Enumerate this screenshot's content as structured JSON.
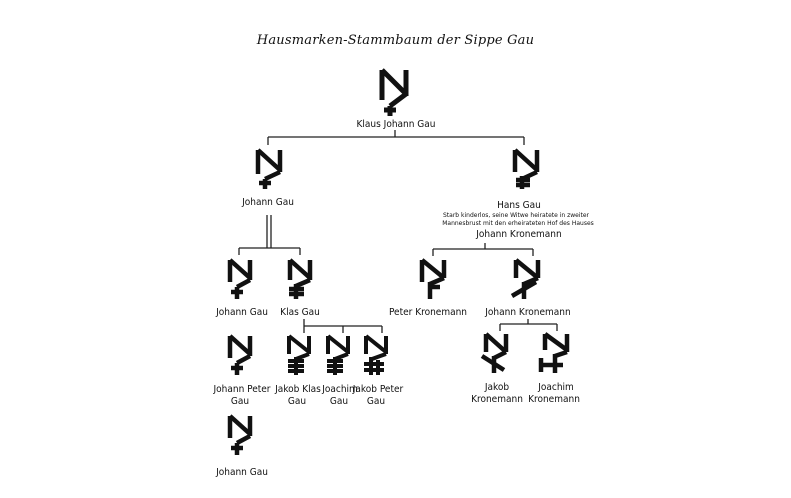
{
  "title": "Hausmarken-Stammbaum der Sippe Gau",
  "people": {
    "klaus": "Klaus Johann Gau",
    "johann_1": "Johann Gau",
    "hans": "Hans Gau",
    "hans_note_1": "Starb kinderlos, seine Witwe heiratete in zweiter",
    "hans_note_2": "Mannesbrust mit den erheirateten Hof des Hauses",
    "hans_note_3": "Johann Kronemann",
    "johann_2": "Johann Gau",
    "klas": "Klas Gau",
    "peter_k": "Peter Kronemann",
    "johann_k": "Johann Kronemann",
    "johann_peter_1": "Johann Peter",
    "johann_peter_2": "Gau",
    "jakob_klas_1": "Jakob Klas",
    "jakob_klas_2": "Gau",
    "joachim_g_1": "Joachim",
    "joachim_g_2": "Gau",
    "jakob_peter_1": "Jakob Peter",
    "jakob_peter_2": "Gau",
    "jakob_k_1": "Jakob",
    "jakob_k_2": "Kronemann",
    "joachim_k_1": "Joachim",
    "joachim_k_2": "Kronemann",
    "johann_3": "Johann Gau"
  },
  "marks": {
    "klaus": "house-mark-cross",
    "johann_1": "house-mark-cross",
    "hans": "house-mark-double-bar",
    "johann_2": "house-mark-cross",
    "klas": "house-mark-double-bar",
    "peter_k": "house-mark-flag",
    "johann_k": "house-mark-slash",
    "johann_peter": "house-mark-cross",
    "jakob_klas": "house-mark-triple-bar",
    "joachim_g": "house-mark-triple-bar",
    "jakob_peter": "house-mark-hash",
    "jakob_k": "house-mark-slash-left",
    "joachim_k": "house-mark-hook",
    "johann_3": "house-mark-cross"
  }
}
